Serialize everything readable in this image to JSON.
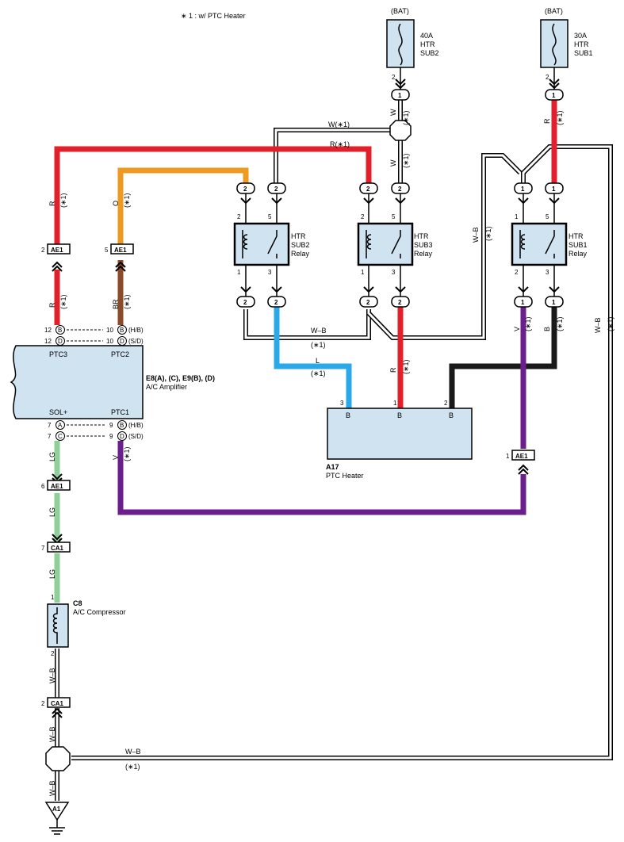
{
  "note": "∗ 1 : w/ PTC Heater",
  "colors": {
    "R": "#e0202a",
    "O": "#ee9a22",
    "BR": "#8b4a2a",
    "LG": "#8fcf9a",
    "V": "#6b1f8c",
    "L": "#2aa8e8",
    "B": "#1a1a1a",
    "box": "#cfe3f1"
  },
  "fuses": [
    {
      "bat": "(BAT)",
      "rating": "40A",
      "l1": "HTR",
      "l2": "SUB2",
      "pin": "2"
    },
    {
      "bat": "(BAT)",
      "rating": "30A",
      "l1": "HTR",
      "l2": "SUB1",
      "pin": "2"
    }
  ],
  "relays": [
    {
      "l1": "HTR",
      "l2": "SUB2",
      "l3": "Relay",
      "p_tl": "2",
      "p_tr": "5",
      "p_bl": "1",
      "p_br": "3"
    },
    {
      "l1": "HTR",
      "l2": "SUB3",
      "l3": "Relay",
      "p_tl": "2",
      "p_tr": "5",
      "p_bl": "1",
      "p_br": "3"
    },
    {
      "l1": "HTR",
      "l2": "SUB1",
      "l3": "Relay",
      "p_tl": "1",
      "p_tr": "5",
      "p_bl": "2",
      "p_br": "3"
    }
  ],
  "amplifier": {
    "code": "E8(A), (C), E9(B), (D)",
    "name": "A/C Amplifier",
    "t_ptc3": "PTC3",
    "t_ptc2": "PTC2",
    "t_sol": "SOL+",
    "t_ptc1": "PTC1"
  },
  "heater": {
    "code": "A17",
    "name": "PTC Heater",
    "t1": "B",
    "t2": "B",
    "t3": "B",
    "p1": "3",
    "p2": "1",
    "p3": "2"
  },
  "compressor": {
    "code": "C8",
    "name": "A/C Compressor",
    "p_top": "1",
    "p_bot": "2"
  },
  "ground": "A1",
  "connectors": {
    "ae1": "AE1",
    "ca1": "CA1",
    "ae1_r_pin": "2",
    "ae1_o_pin": "5",
    "ae1_lg_pin": "6",
    "ae1_v_pin": "1",
    "ca1_top_pin": "7",
    "ca1_bot_pin": "2"
  },
  "amp_pins": {
    "top": [
      {
        "l": "12",
        "a": "B",
        "r": "10",
        "b": "B",
        "s": "(H/B)"
      },
      {
        "l": "12",
        "a": "D",
        "r": "10",
        "b": "D",
        "s": "(S/D)"
      }
    ],
    "bottom": [
      {
        "l": "7",
        "a": "A",
        "r": "9",
        "b": "B",
        "s": "(H/B)"
      },
      {
        "l": "7",
        "a": "C",
        "r": "9",
        "b": "D",
        "s": "(S/D)"
      }
    ]
  },
  "pills": {
    "one": "1",
    "two": "2"
  },
  "wires": {
    "R": "R",
    "O": "O",
    "BR": "BR",
    "LG": "LG",
    "V": "V",
    "L": "L",
    "B": "B",
    "W": "W",
    "WB": "W–B",
    "Wstar": "W(∗1)",
    "Rstar": "R(∗1)",
    "star": "(∗1)"
  }
}
